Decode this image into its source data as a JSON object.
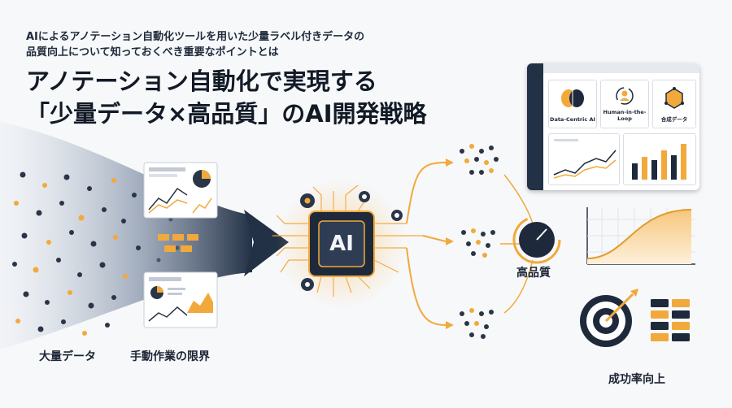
{
  "subtitle": {
    "line1": "AIによるアノテーション自動化ツールを用いた少量ラベル付きデータの",
    "line2": "品質向上について知っておくべき重要なポイントとは"
  },
  "headline": {
    "line1": "アノテーション自動化で実現する",
    "line2": "「少量データ×高品質」のAI開発戦略"
  },
  "labels": {
    "data": "大量データ",
    "manual_limit": "手動作業の限界",
    "high_quality": "高品質",
    "success_rate": "成功率向上"
  },
  "chip": {
    "text": "AI"
  },
  "dashboard": {
    "cards": [
      {
        "label": "Data-Centric AI",
        "icon": "brain-icon"
      },
      {
        "label": "Human-in-the-Loop",
        "icon": "human-loop-icon"
      },
      {
        "label": "合成データ",
        "icon": "cube-network-icon"
      }
    ]
  },
  "colors": {
    "navy": "#233146",
    "accent": "#f2a93b",
    "background": "#f7f8fa"
  }
}
